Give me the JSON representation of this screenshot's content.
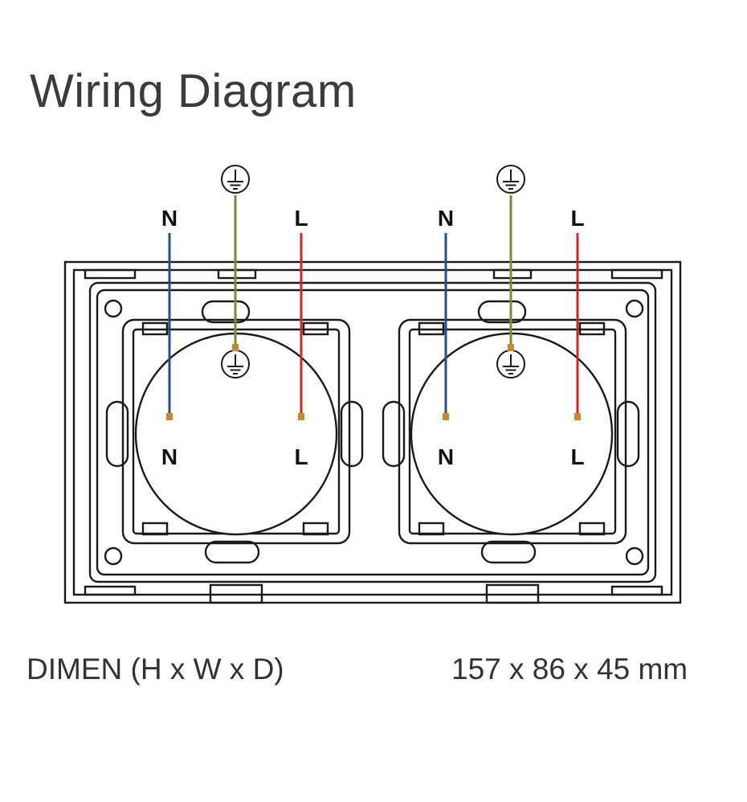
{
  "title": "Wiring Diagram",
  "colors": {
    "neutral_wire": "#1f4f9b",
    "earth_wire": "#7b8a3a",
    "live_wire": "#d4232b",
    "terminal": "#c98a2a",
    "outline": "#1a1a1a"
  },
  "sockets": [
    {
      "wires": {
        "neutral": "N",
        "live": "L"
      },
      "terminals": {
        "neutral": "N",
        "live": "L"
      }
    },
    {
      "wires": {
        "neutral": "N",
        "live": "L"
      },
      "terminals": {
        "neutral": "N",
        "live": "L"
      }
    }
  ],
  "icons": [
    "earth-ground-icon"
  ],
  "dimensions": {
    "label": "DIMEN (H x W x D)",
    "value": "157 x 86 x 45 mm"
  }
}
